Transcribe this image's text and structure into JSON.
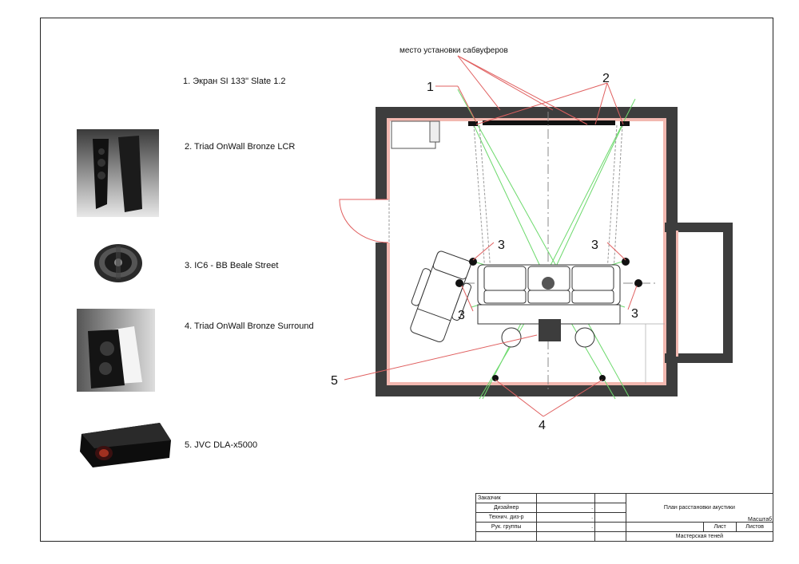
{
  "legend": {
    "screen": "1. Экран SI 133\" Slate 1.2",
    "lcr": "2. Triad OnWall Bronze LCR",
    "ceiling": "3. IC6 - BB Beale Street",
    "surround": "4. Triad OnWall Bronze Surround",
    "projector": "5. JVC DLA-x5000"
  },
  "plan": {
    "subwoofer_note": "место установки сабвуферов",
    "callout_1": "1",
    "callout_2": "2",
    "callout_3": "3",
    "callout_4": "4",
    "callout_5": "5"
  },
  "stamp": {
    "customer": "Заказчик",
    "designer": "Дизайнер",
    "tech_designer": "Технич. диз-р",
    "group_lead": "Рук. группы",
    "dot": ".",
    "title": "План расстановки акустики",
    "sheet": "Лист",
    "sheets": "Листов",
    "scale": "Масштаб",
    "studio": "Мастерская теней"
  },
  "colors": {
    "wall": "#3d3d3d",
    "lining": "#f2b8b0",
    "green_lines": "#6cd96c",
    "red_callouts": "#e06060"
  },
  "icons": [
    "lcr-speaker-icon",
    "ceiling-speaker-icon",
    "surround-speaker-icon",
    "projector-icon"
  ]
}
